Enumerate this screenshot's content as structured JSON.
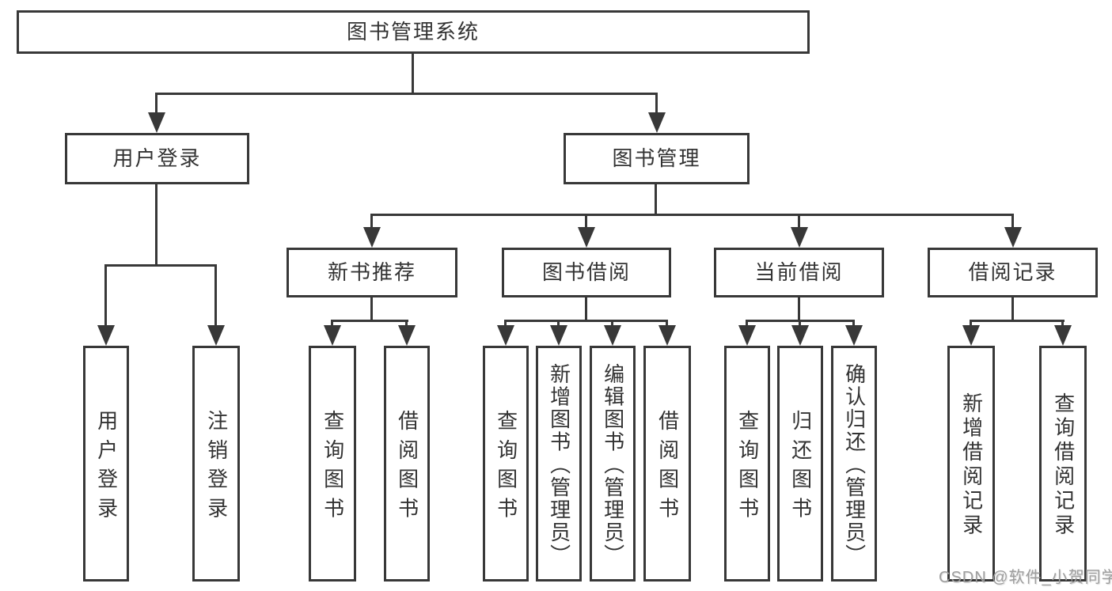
{
  "title": {
    "label": "图书管理系统"
  },
  "level2": [
    {
      "label": "用户登录"
    },
    {
      "label": "图书管理"
    }
  ],
  "level3": [
    {
      "label": "新书推荐"
    },
    {
      "label": "图书借阅"
    },
    {
      "label": "当前借阅"
    },
    {
      "label": "借阅记录"
    }
  ],
  "leaves": [
    {
      "label": "用户登录"
    },
    {
      "label": "注销登录"
    },
    {
      "label": "查询图书"
    },
    {
      "label": "借阅图书"
    },
    {
      "label": "查询图书"
    },
    {
      "label": "新增图书（管理员）"
    },
    {
      "label": "编辑图书（管理员）"
    },
    {
      "label": "借阅图书"
    },
    {
      "label": "查询图书"
    },
    {
      "label": "归还图书"
    },
    {
      "label": "确认归还（管理员）"
    },
    {
      "label": "新增借阅记录"
    },
    {
      "label": "查询借阅记录"
    }
  ],
  "watermark": {
    "text": "CSDN @软件_小贺同学"
  },
  "colors": {
    "line": "#383838",
    "text": "#333333",
    "watermark": "#9e9e9e",
    "background": "#ffffff"
  }
}
